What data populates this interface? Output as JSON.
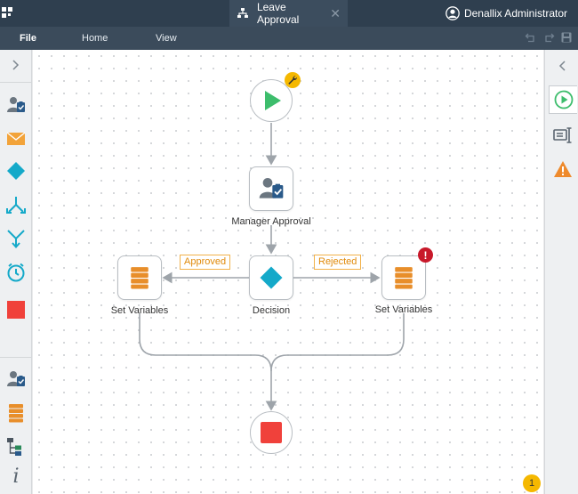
{
  "titlebar": {
    "tab_title": "Leave Approval",
    "close_glyph": "✕",
    "user_name": "Denallix Administrator"
  },
  "menu": {
    "file": "File",
    "home": "Home",
    "view": "View"
  },
  "toolbox": {
    "items": [
      "user-task-icon",
      "email-icon",
      "decision-icon",
      "split-icon",
      "merge-icon",
      "timer-icon",
      "stop-icon"
    ],
    "bottom_items": [
      "user-task-icon",
      "variables-icon",
      "workflow-tree-icon",
      "info-icon"
    ],
    "info_glyph": "i"
  },
  "workflow": {
    "start_label": "",
    "task_label": "Manager Approval",
    "decision_label": "Decision",
    "left_label": "Set Variables",
    "right_label": "Set Variables",
    "approved_label": "Approved",
    "rejected_label": "Rejected",
    "error_glyph": "!"
  },
  "colors": {
    "titlebar": "#2f3f4f",
    "menubar": "#3b4b5b",
    "start_green": "#3dbd6c",
    "decision_cyan": "#14a9c9",
    "variables_orange": "#e88e2a",
    "stop_red": "#f0413b",
    "warning_yellow": "#f5b800",
    "error_red": "#c8192a",
    "link_orange": "#e08a0b"
  },
  "right_panel": {
    "items": [
      "run-icon",
      "properties-icon",
      "warning-icon"
    ]
  },
  "notification_count": "1"
}
